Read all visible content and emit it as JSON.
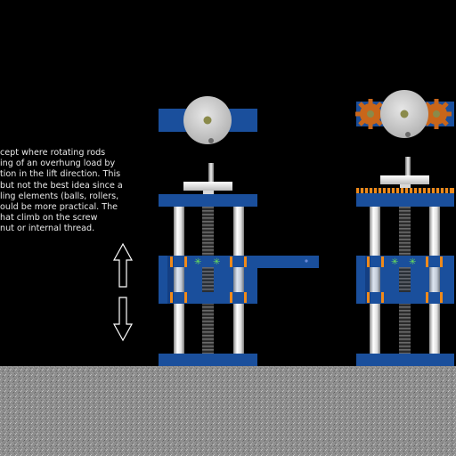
{
  "caption": {
    "lines": [
      "cept where rotating rods",
      "ing of an overhung load by",
      "tion in the lift direction. This",
      "but not the best idea since a",
      "ling elements (balls, rollers,",
      "ould be more practical. The",
      "hat climb on the screw",
      "nut or internal thread."
    ]
  },
  "icons": {
    "up": "arrow-up-icon",
    "down": "arrow-down-icon",
    "gear": "gear-icon"
  },
  "colors": {
    "background": "#000000",
    "frame_blue": "#1a4f9c",
    "rod_white": "#f2f2f2",
    "disc_gray": "#c9c9c9",
    "gear_orange": "#c9661a",
    "accent_orange": "#f08a1a",
    "ground_gray": "#8c8c8c",
    "star_green": "#6be05a"
  }
}
